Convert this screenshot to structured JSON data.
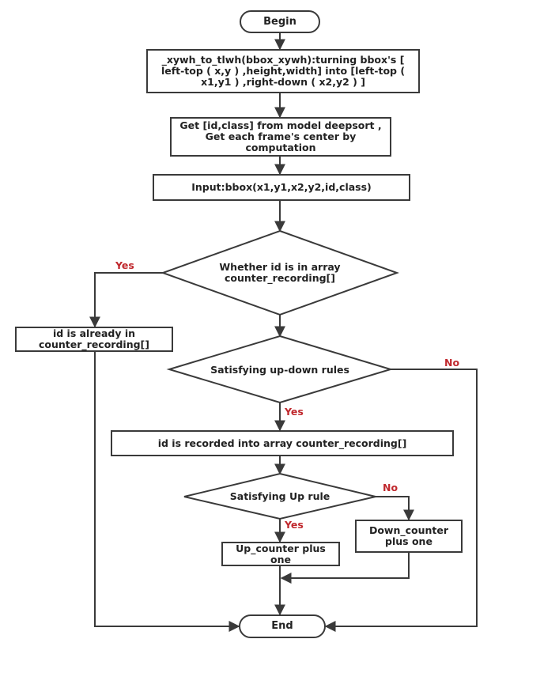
{
  "colors": {
    "stroke": "#3a3a3a",
    "text": "#222222",
    "edge_label": "#c0282d",
    "background": "#ffffff"
  },
  "nodes": {
    "begin": "Begin",
    "convert": "_xywh_to_tlwh(bbox_xywh):turning bbox's [ left-top ( x,y ) ,height,width] into [left-top ( x1,y1 ) ,right-down ( x2,y2 ) ]",
    "get_id": "Get [id,class] from model deepsort , Get each frame's center by computation",
    "input": "Input:bbox(x1,y1,x2,y2,id,class)",
    "decision_in_array": "Whether id is in array counter_recording[]",
    "already_in": "id is already in counter_recording[]",
    "decision_updown": "Satisfying up-down rules",
    "recorded": "id is recorded into array counter_recording[]",
    "decision_up": "Satisfying Up rule",
    "up_counter": "Up_counter plus one",
    "down_counter": "Down_counter plus one",
    "end": "End"
  },
  "edge_labels": {
    "in_array_yes": "Yes",
    "updown_no": "No",
    "updown_yes": "Yes",
    "up_no": "No",
    "up_yes": "Yes"
  }
}
